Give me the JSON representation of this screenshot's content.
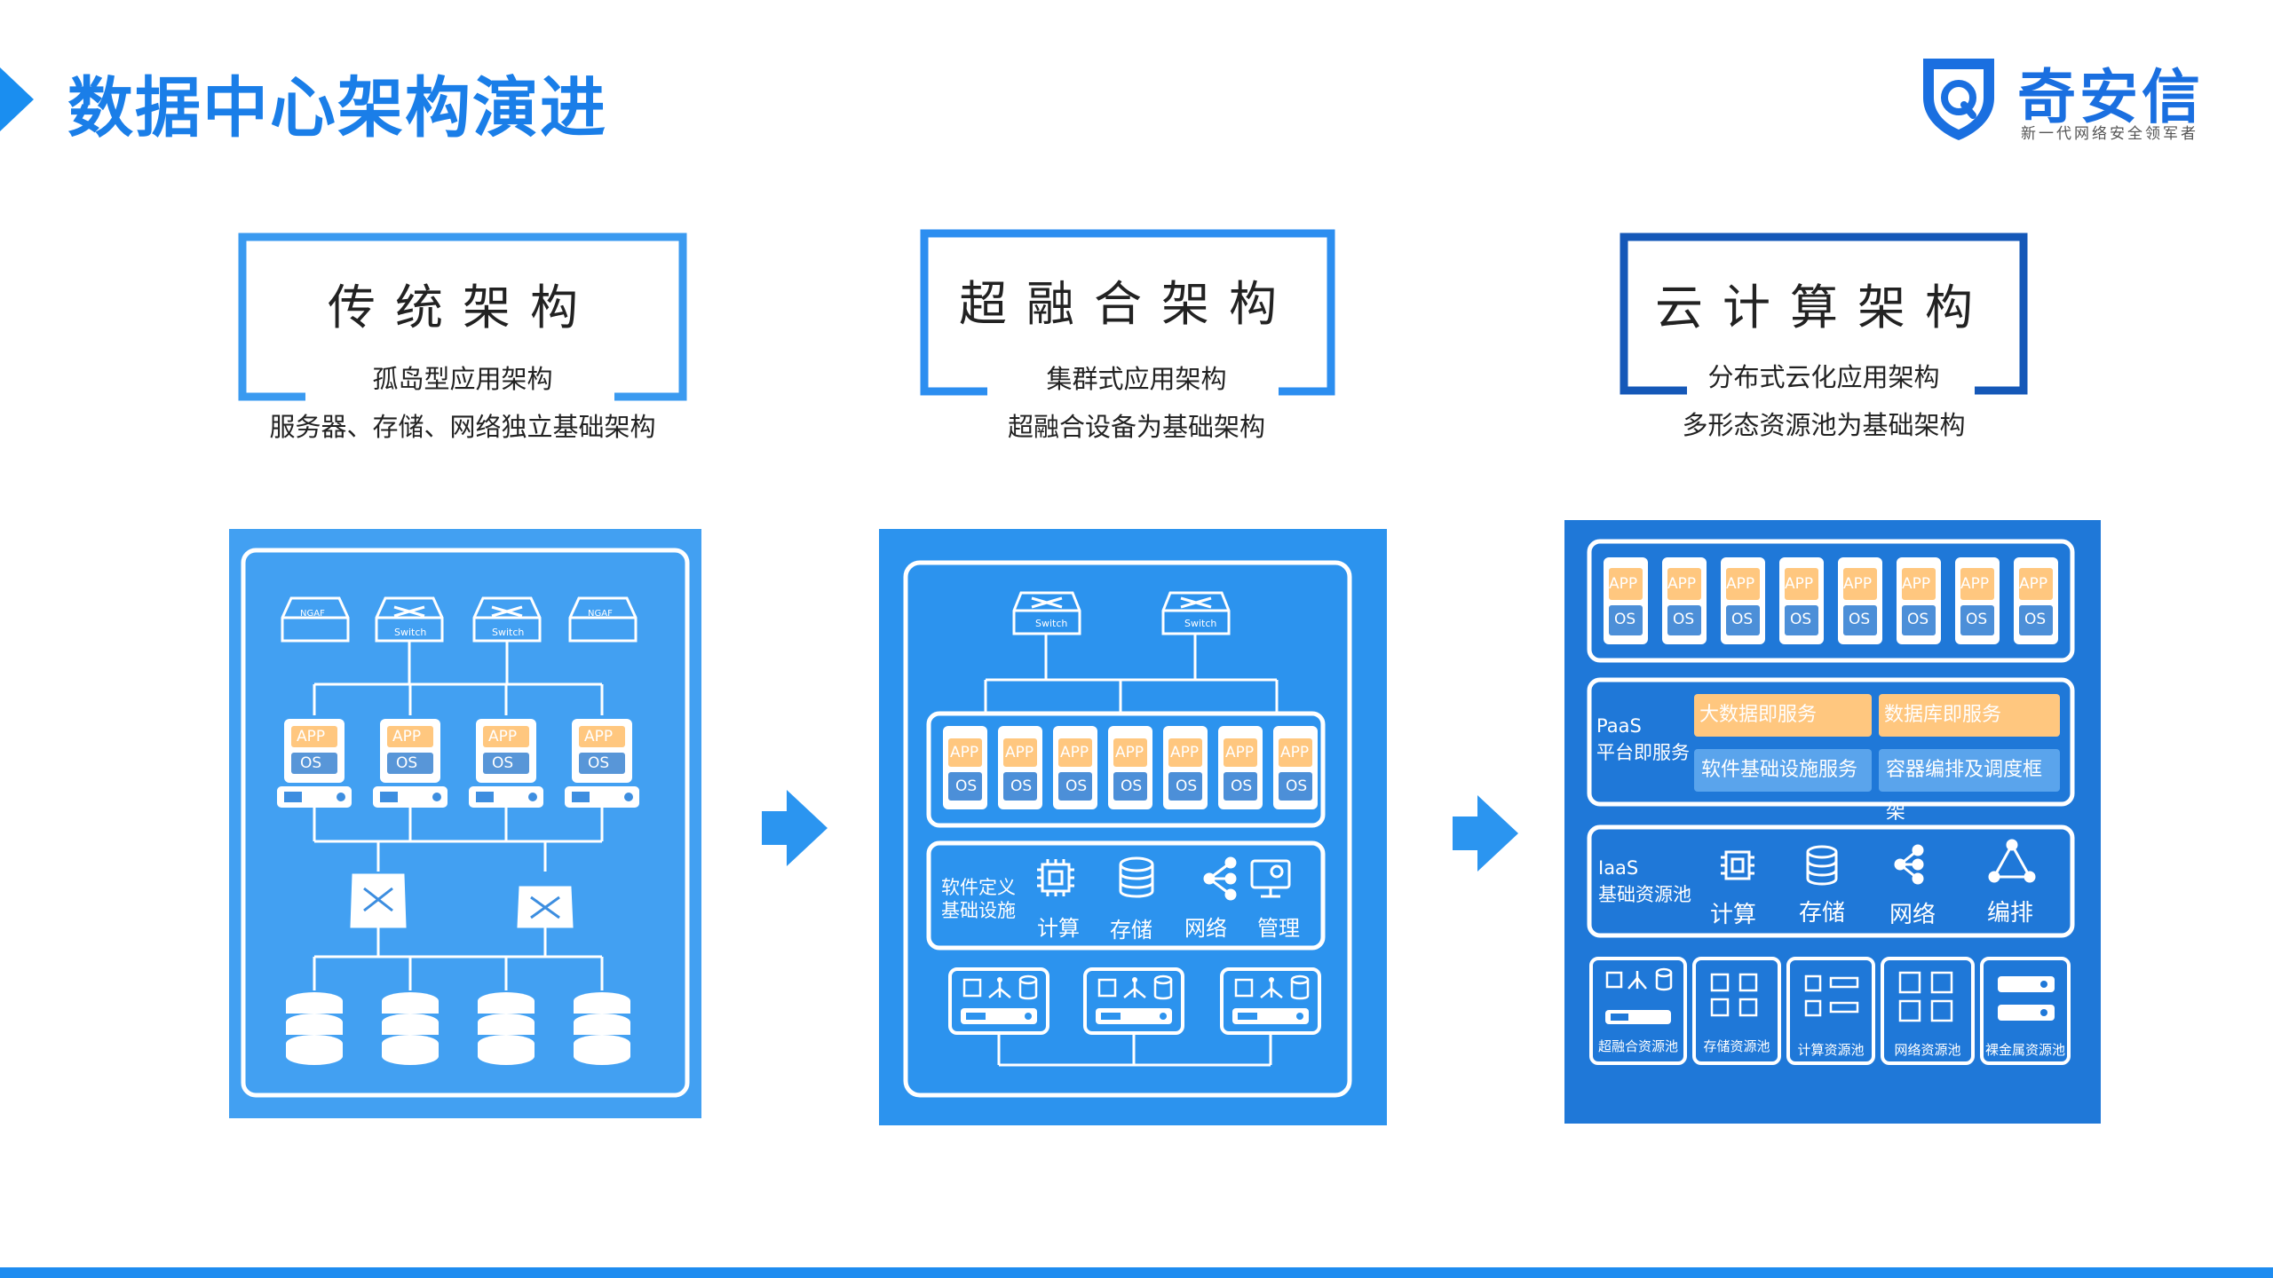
{
  "header": {
    "title": "数据中心架构演进"
  },
  "logo": {
    "name": "奇安信",
    "slogan": "新一代网络安全领军者"
  },
  "columns": [
    {
      "title": "传统架构",
      "line1": "孤岛型应用架构",
      "line2": "服务器、存储、网络独立基础架构"
    },
    {
      "title": "超融合架构",
      "line1": "集群式应用架构",
      "line2": "超融合设备为基础架构"
    },
    {
      "title": "云计算架构",
      "line1": "分布式云化应用架构",
      "line2": "多形态资源池为基础架构"
    }
  ],
  "traditional": {
    "devices": [
      "NGAF",
      "Switch",
      "Switch",
      "NGAF"
    ],
    "app": "APP",
    "os": "OS"
  },
  "hci": {
    "switches": [
      "Switch",
      "Switch"
    ],
    "app": "APP",
    "os": "OS",
    "sdi_label": "软件定义\n基础设施",
    "sdi_label_1": "软件定义",
    "sdi_label_2": "基础设施",
    "sdi_items": [
      "计算",
      "存储",
      "网络",
      "管理"
    ]
  },
  "cloud": {
    "app": "APP",
    "os": "OS",
    "paas_1": "PaaS",
    "paas_2": "平台即服务",
    "paas_services": [
      "大数据即服务",
      "数据库即服务",
      "软件基础设施服务",
      "容器编排及调度框架"
    ],
    "iaas_1": "IaaS",
    "iaas_2": "基础资源池",
    "iaas_items": [
      "计算",
      "存储",
      "网络",
      "编排"
    ],
    "pools": [
      "超融合资源池",
      "存储资源池",
      "计算资源池",
      "网络资源池",
      "裸金属资源池"
    ]
  },
  "colors": {
    "accent": "#1a8ef0",
    "panel1": "#42a0f2",
    "panel2": "#2c93ee",
    "panel3": "#1f78d8",
    "orange": "#ffc77f"
  }
}
